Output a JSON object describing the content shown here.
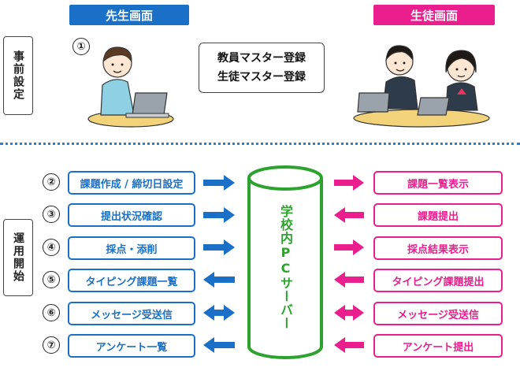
{
  "headers": {
    "teacher": "先生画面",
    "student": "生徒画面"
  },
  "side_labels": {
    "setup": "事前設定",
    "operation": "運用開始"
  },
  "setup": {
    "number": "①",
    "master_line1": "教員マスター登録",
    "master_line2": "生徒マスター登録"
  },
  "server": {
    "label": "学校内PCサーバー"
  },
  "rows": [
    {
      "number": "②",
      "teacher": "課題作成 / 締切日設定",
      "student": "課題一覧表示"
    },
    {
      "number": "③",
      "teacher": "提出状況確認",
      "student": "課題提出"
    },
    {
      "number": "④",
      "teacher": "採点・添削",
      "student": "採点結果表示"
    },
    {
      "number": "⑤",
      "teacher": "タイピング課題一覧",
      "student": "タイピング課題提出"
    },
    {
      "number": "⑥",
      "teacher": "メッセージ受送信",
      "student": "メッセージ受送信"
    },
    {
      "number": "⑦",
      "teacher": "アンケート一覧",
      "student": "アンケート提出"
    }
  ],
  "colors": {
    "teacher": "#1a6fc6",
    "student": "#ea1e8d",
    "server": "#2ea22e"
  },
  "icons": {
    "teacher_illustration": "teacher-at-laptop",
    "student_illustration": "students-at-laptops"
  }
}
